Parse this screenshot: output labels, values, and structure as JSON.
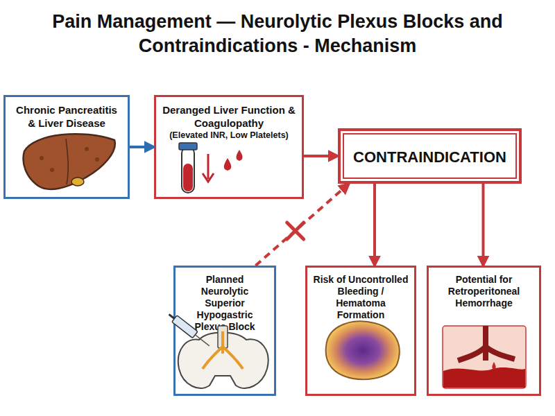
{
  "diagram": {
    "title": "Pain Management — Neurolytic Plexus Blocks and Contraindications - Mechanism",
    "nodes": [
      {
        "text": [
          "Chronic Pancreatitis & Liver Disease"
        ]
      },
      {
        "text": [
          "Deranged Liver Function & Coagulopathy",
          "(Elevated INR, Low Platelets)"
        ]
      },
      {
        "text": [
          "CONTRAINDICATION"
        ]
      },
      {
        "text": [
          "Planned Neurolytic Superior Hypogastric Plexus Block"
        ]
      },
      {
        "text": [
          "Risk of Uncontrolled Bleeding / Hematoma Formation"
        ]
      },
      {
        "text": [
          "Potential for Retroperitoneal Hemorrhage"
        ]
      }
    ],
    "edges": [
      {
        "from": 0,
        "to": 1,
        "arrow": "to"
      },
      {
        "from": 1,
        "to": 2,
        "arrow": "to"
      },
      {
        "from": 3,
        "to": 2,
        "arrow": "to"
      },
      {
        "from": 2,
        "to": 4,
        "arrow": "to"
      },
      {
        "from": 2,
        "to": 5,
        "arrow": "to"
      }
    ]
  }
}
